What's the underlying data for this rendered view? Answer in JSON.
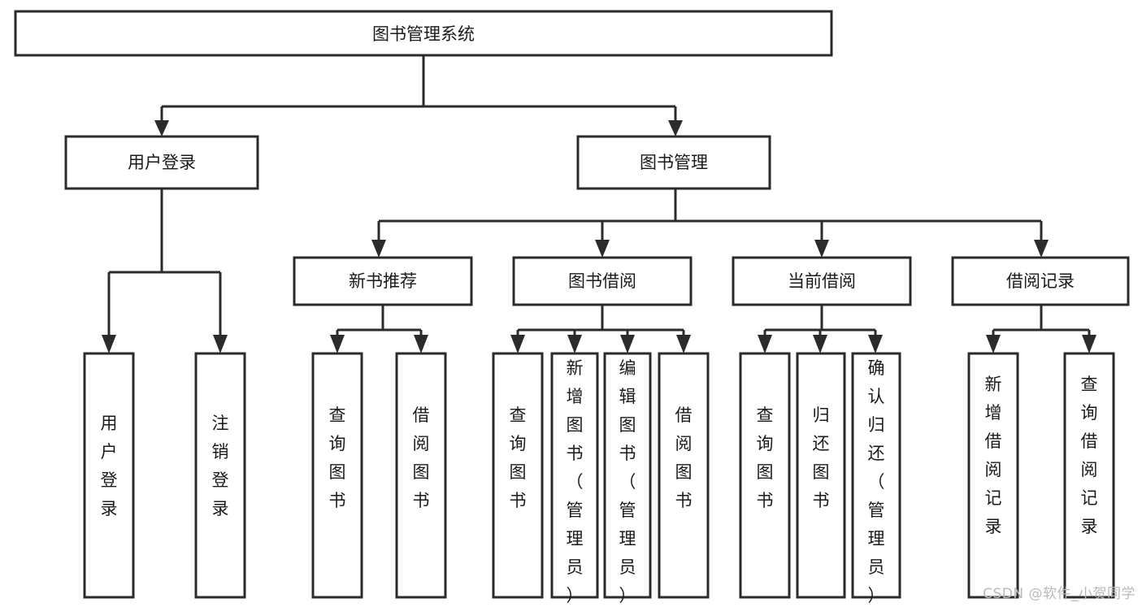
{
  "diagram": {
    "title": "图书管理系统",
    "type": "tree-hierarchy-chart",
    "colors": {
      "box_fill": "#ffffff",
      "box_stroke": "#2b2b2b",
      "text": "#1a1a1a",
      "background": "#ffffff",
      "watermark": "#b9b9b9"
    },
    "root": {
      "label": "图书管理系统"
    },
    "level2": [
      {
        "id": "user-login",
        "label": "用户登录"
      },
      {
        "id": "book-manage",
        "label": "图书管理"
      }
    ],
    "level3": [
      {
        "id": "new-book-recommend",
        "label": "新书推荐"
      },
      {
        "id": "book-borrow",
        "label": "图书借阅"
      },
      {
        "id": "current-borrow",
        "label": "当前借阅"
      },
      {
        "id": "borrow-record",
        "label": "借阅记录"
      }
    ],
    "leaves": {
      "user_login": [
        {
          "id": "leaf-user-login",
          "label": "用户登录"
        },
        {
          "id": "leaf-logout-login",
          "label": "注销登录"
        }
      ],
      "new_book_recommend": [
        {
          "id": "leaf-query-book-1",
          "label": "查询图书"
        },
        {
          "id": "leaf-borrow-book-1",
          "label": "借阅图书"
        }
      ],
      "book_borrow": [
        {
          "id": "leaf-query-book-2",
          "label": "查询图书"
        },
        {
          "id": "leaf-add-book",
          "label": "新增图书（管理员）"
        },
        {
          "id": "leaf-edit-book",
          "label": "编辑图书（管理员）"
        },
        {
          "id": "leaf-borrow-book-2",
          "label": "借阅图书"
        }
      ],
      "current_borrow": [
        {
          "id": "leaf-query-book-3",
          "label": "查询图书"
        },
        {
          "id": "leaf-return-book",
          "label": "归还图书"
        },
        {
          "id": "leaf-confirm-return",
          "label": "确认归还（管理员）"
        }
      ],
      "borrow_record": [
        {
          "id": "leaf-add-record",
          "label": "新增借阅记录"
        },
        {
          "id": "leaf-query-record",
          "label": "查询借阅记录"
        }
      ]
    }
  },
  "watermark": {
    "text": "CSDN @软件_小贺同学"
  }
}
